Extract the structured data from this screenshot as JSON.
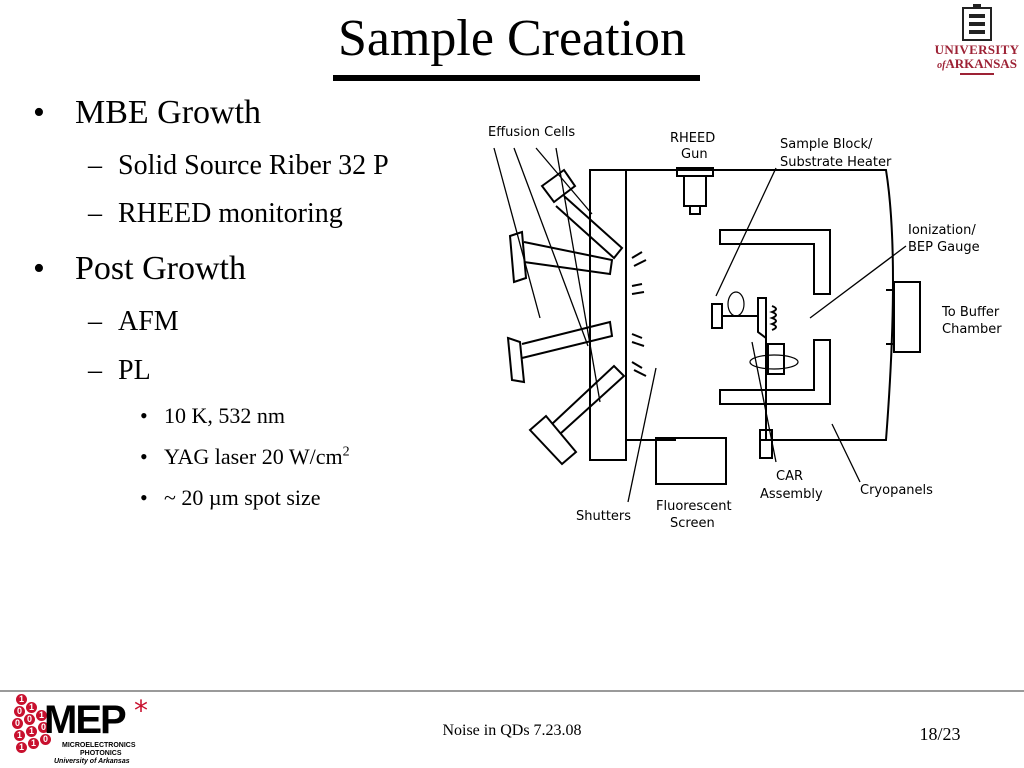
{
  "slide": {
    "title": "Sample Creation",
    "logo": {
      "line1": "UNIVERSITY",
      "line2_of": "of",
      "line2": "ARKANSAS"
    },
    "bullets": [
      {
        "text": "MBE Growth",
        "marker": "•"
      },
      {
        "text": "Solid Source Riber 32 P",
        "marker": "–"
      },
      {
        "text": "RHEED monitoring",
        "marker": "–"
      },
      {
        "text": "Post Growth",
        "marker": "•"
      },
      {
        "text": "AFM",
        "marker": "–"
      },
      {
        "text": "PL",
        "marker": "–"
      },
      {
        "text": "10 K, 532 nm",
        "marker": "•"
      },
      {
        "text": "YAG laser 20 W/cm",
        "sup": "2",
        "marker": "•"
      },
      {
        "text": "~ 20 µm spot size",
        "marker": "•"
      }
    ]
  },
  "diagram": {
    "labels": {
      "effusion_cells": "Effusion Cells",
      "rheed_1": "RHEED",
      "rheed_2": "Gun",
      "sample_block_1": "Sample Block/",
      "sample_block_2": "Substrate Heater",
      "ionization_1": "Ionization/",
      "ionization_2": "BEP Gauge",
      "buffer_1": "To Buffer",
      "buffer_2": "Chamber",
      "car_1": "CAR",
      "car_2": "Assembly",
      "cryopanels": "Cryopanels",
      "shutters": "Shutters",
      "fluorescent_1": "Fluorescent",
      "fluorescent_2": "Screen"
    }
  },
  "footer": {
    "center": "Noise in QDs 7.23.08",
    "page": "18/23",
    "mep_logo": {
      "name": "MEP",
      "star": "*",
      "sub1": "MICROELECTRONICS",
      "sub2": "PHOTONICS",
      "sub3": "University of Arkansas",
      "digits": [
        "1",
        "0",
        "1",
        "0",
        "0",
        "1",
        "1",
        "1",
        "0",
        "1",
        "1",
        "0"
      ]
    }
  }
}
